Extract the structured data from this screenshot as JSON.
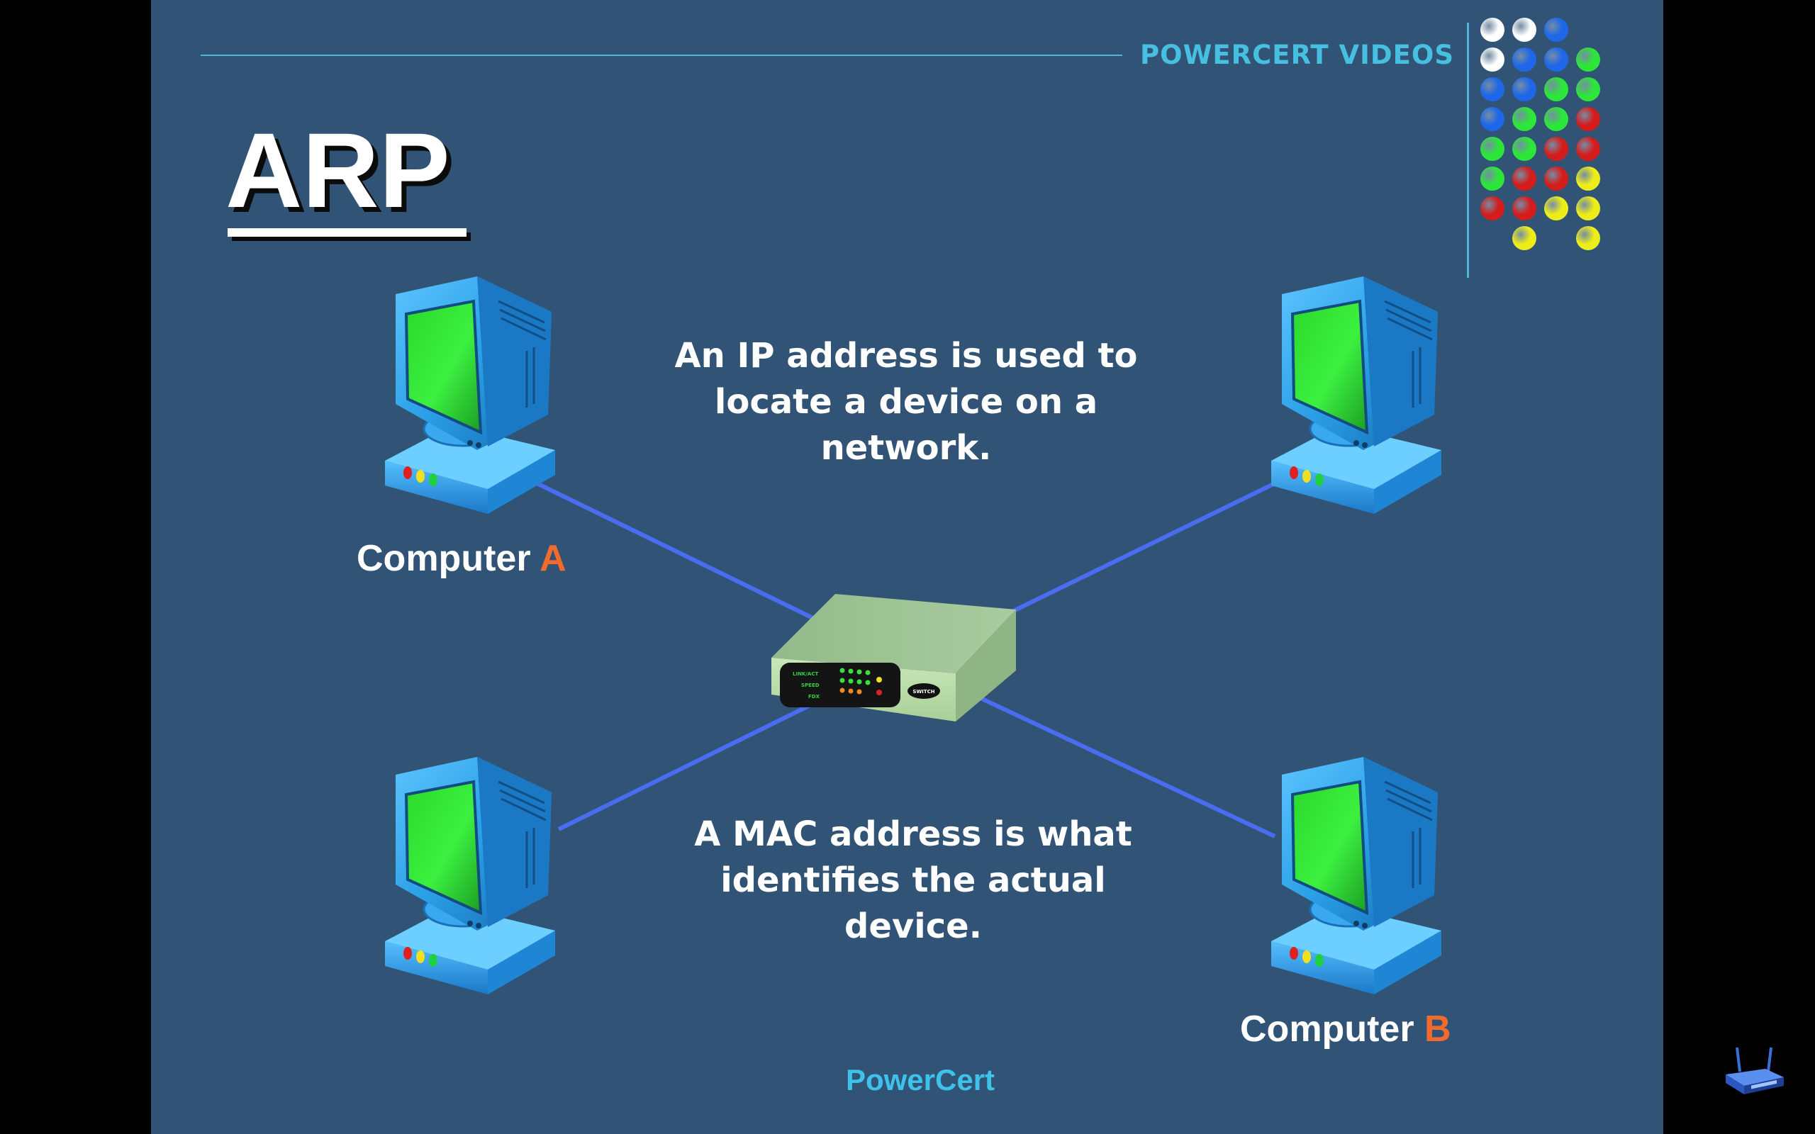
{
  "header": {
    "brand": "POWERCERT VIDEOS"
  },
  "title": "ARP",
  "captions": {
    "top": "An IP address is used to locate a device on a network.",
    "bottom": "A MAC address is what identifies the actual device."
  },
  "computers": {
    "a": {
      "name": "Computer ",
      "letter": "A"
    },
    "b": {
      "name": "Computer ",
      "letter": "B"
    }
  },
  "switch": {
    "panel_labels": [
      "LINK/ACT",
      "SPEED",
      "FDX"
    ],
    "badge": "SWITCH"
  },
  "footer": {
    "brand": "PowerCert"
  },
  "colors": {
    "background": "#315476",
    "accent_cyan": "#47bfe0",
    "letter_orange": "#f26a2c",
    "cable": "#4a6cf0",
    "screen_green": "#34d934",
    "monitor_blue": "#2a9fe6"
  },
  "dot_grid": [
    [
      "white",
      "white",
      "blue",
      null
    ],
    [
      "white",
      "blue",
      "blue",
      "green"
    ],
    [
      "blue",
      "blue",
      "green",
      "green"
    ],
    [
      "blue",
      "green",
      "green",
      "red"
    ],
    [
      "green",
      "green",
      "red",
      "red"
    ],
    [
      "green",
      "red",
      "red",
      "yellow"
    ],
    [
      "red",
      "red",
      "yellow",
      "yellow"
    ],
    [
      null,
      "yellow",
      null,
      "yellow"
    ]
  ],
  "dot_colors": {
    "white": "#ffffff",
    "blue": "#1d67e8",
    "green": "#2ce63a",
    "red": "#d41c1c",
    "yellow": "#eded1a"
  },
  "icons": {
    "corner": "wireless-router-icon"
  }
}
